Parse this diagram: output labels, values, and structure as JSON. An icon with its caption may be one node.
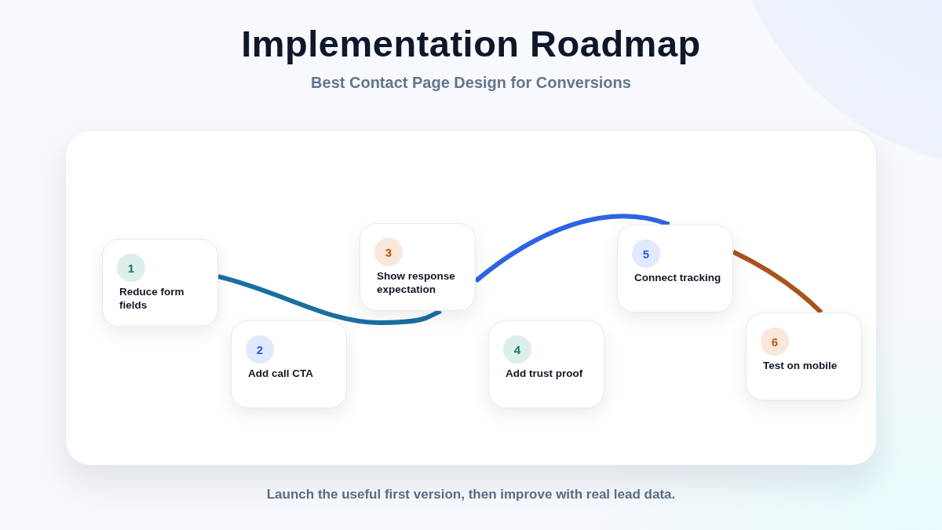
{
  "diagram": {
    "title": "Implementation Roadmap",
    "caption": "Launch the useful first version, then improve with real lead data.",
    "nodes": [
      {
        "text": [
          "Reduce form fields"
        ]
      },
      {
        "text": [
          "1"
        ],
        "in": 0
      },
      {
        "text": [
          "Add call CTA"
        ]
      },
      {
        "text": [
          "2"
        ],
        "in": 2
      },
      {
        "text": [
          "Show response expectation"
        ]
      },
      {
        "text": [
          "3"
        ],
        "in": 4
      },
      {
        "text": [
          "Add trust proof"
        ]
      },
      {
        "text": [
          "4"
        ],
        "in": 6
      },
      {
        "text": [
          "Connect tracking"
        ]
      },
      {
        "text": [
          "5"
        ],
        "in": 8
      },
      {
        "text": [
          "Test on mobile"
        ]
      },
      {
        "text": [
          "6"
        ],
        "in": 10
      }
    ],
    "edges": [
      {
        "from": 0,
        "to": 4,
        "arrow": "none",
        "color": "#1a6fa0"
      },
      {
        "from": 4,
        "to": 8,
        "arrow": "none",
        "color": "#2d63e6"
      },
      {
        "from": 8,
        "to": 10,
        "arrow": "none",
        "color": "#a8521e"
      }
    ],
    "labels": [
      "Best Contact Page Design for Conversions"
    ]
  }
}
